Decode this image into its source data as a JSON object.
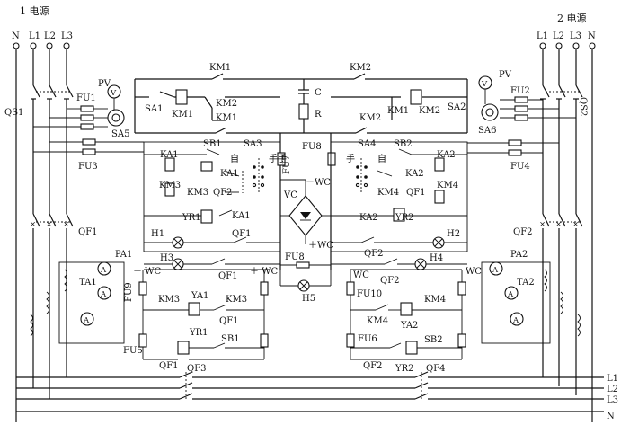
{
  "sources": {
    "left_title": "1 电源",
    "right_title": "2 电源",
    "phases": [
      "N",
      "L1",
      "L2",
      "L3"
    ],
    "right_phases": [
      "L1",
      "L2",
      "L3",
      "N"
    ]
  },
  "left": {
    "QS": "QS1",
    "FU1": "FU1",
    "FU3": "FU3",
    "PV": "PV",
    "SA5": "SA5",
    "QF": "QF1",
    "PA": "PA1",
    "TA": "TA1",
    "FU5": "FU5",
    "FU9": "FU9"
  },
  "right": {
    "QS": "QS2",
    "FU2": "FU2",
    "FU4": "FU4",
    "PV": "PV",
    "SA6": "SA6",
    "QF": "QF2",
    "PA": "PA2",
    "TA": "TA2",
    "FU6": "FU6",
    "FU10": "FU10"
  },
  "control": {
    "KM1": "KM1",
    "KM2": "KM2",
    "SA1": "SA1",
    "SA2": "SA2",
    "SA3": "SA3",
    "SA4": "SA4",
    "SB1": "SB1",
    "SB2": "SB2",
    "KA1": "KA1",
    "KA2": "KA2",
    "KM3": "KM3",
    "KM4": "KM4",
    "QF1": "QF1",
    "QF2": "QF2",
    "QF3": "QF3",
    "QF4": "QF4",
    "YR1": "YR1",
    "YR2": "YR2",
    "YA1": "YA1",
    "YA2": "YA2",
    "H1": "H1",
    "H2": "H2",
    "H3": "H3",
    "H4": "H4",
    "H5": "H5",
    "FU7": "FU7",
    "FU8": "FU8",
    "C": "C",
    "R": "R",
    "VC": "VC",
    "manual": "手",
    "auto": "自",
    "minus_wc": "－WC",
    "plus_wc": "＋WC",
    "minus_wc2": "－ WC",
    "plus_wc2": "＋ WC",
    "wc": "WC"
  },
  "bus": [
    "L1",
    "L2",
    "L3",
    "N"
  ]
}
